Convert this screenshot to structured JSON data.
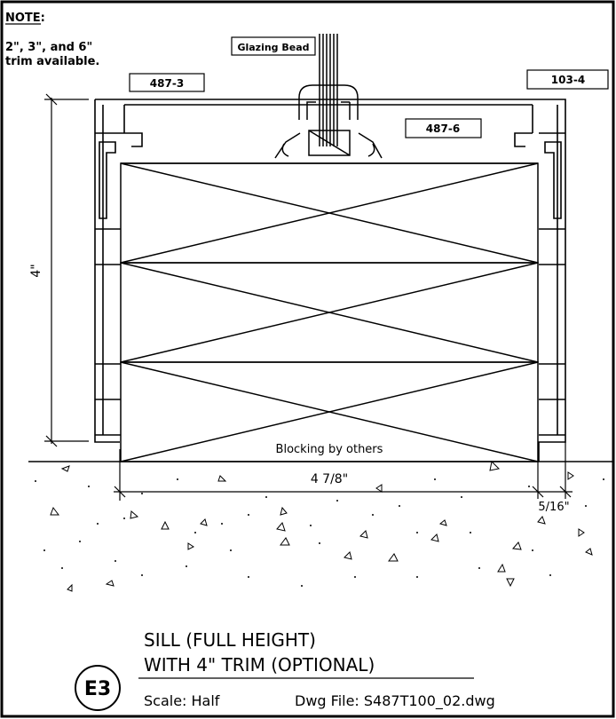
{
  "note": {
    "heading": "NOTE:",
    "line1": "2\", 3\", and 6\"",
    "line2": "trim available."
  },
  "callouts": {
    "glazing_bead": "Glazing Bead",
    "part_left": "487-3",
    "part_right": "103-4",
    "part_center": "487-6"
  },
  "dimensions": {
    "height": "4\"",
    "width": "4 7/8\"",
    "offset": "5/16\""
  },
  "labels": {
    "blocking": "Blocking by others"
  },
  "title_block": {
    "line1": "SILL (FULL HEIGHT)",
    "line2": "WITH 4\" TRIM (OPTIONAL)",
    "detail_id": "E3",
    "scale": "Scale: Half",
    "file": "Dwg File: S487T100_02.dwg"
  }
}
